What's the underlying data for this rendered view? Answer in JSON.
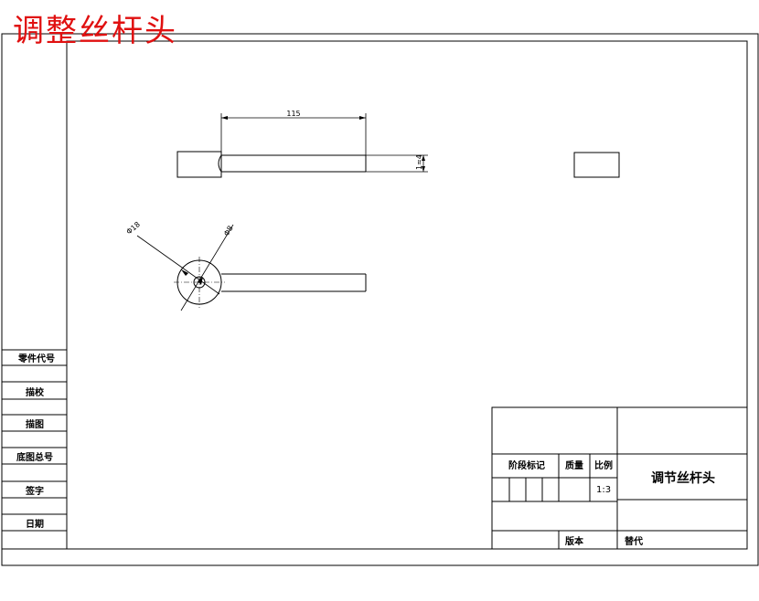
{
  "overlay_title": "调整丝杆头",
  "colors": {
    "line": "#000000",
    "title": "#e01010",
    "background": "#ffffff"
  },
  "dimensions": {
    "length": "115",
    "thickness": "1≈4",
    "dia_outer": "Φ18",
    "dia_inner": "Φ8"
  },
  "left_column": [
    "零件代号",
    "描校",
    "描图",
    "底图总号",
    "签字",
    "日期"
  ],
  "title_block": {
    "stage_mark": "阶段标记",
    "weight": "质量",
    "scale": "比例",
    "scale_value": "1:3",
    "part_name": "调节丝杆头",
    "version": "版本",
    "replace": "替代"
  }
}
